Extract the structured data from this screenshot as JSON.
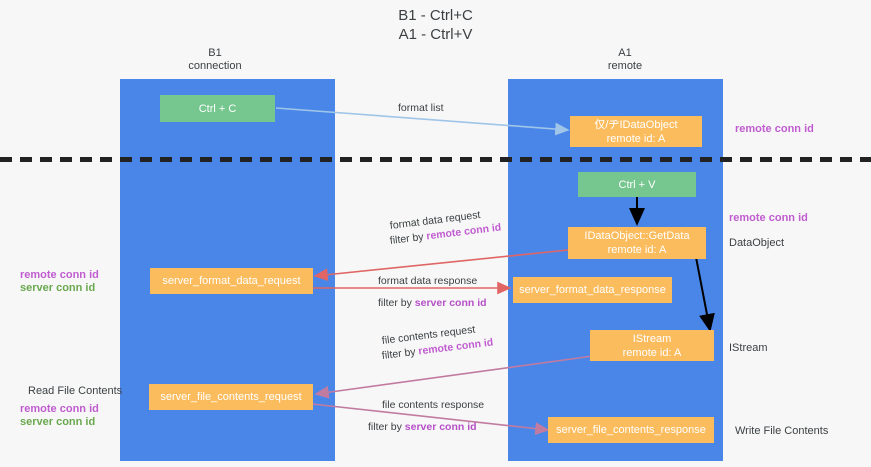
{
  "title": "B1 - Ctrl+C\nA1 - Ctrl+V",
  "colors": {
    "background": "#f7f7f7",
    "lane": "#4a86e8",
    "node_green": "#76c68f",
    "node_orange": "#fbbc5e",
    "divider": "#222222",
    "purple": "#c05cd0",
    "green_text": "#6aa84f",
    "arrow_blue": "#9fc5e8",
    "arrow_red": "#e06666",
    "arrow_magenta": "#c27ba0",
    "arrow_black": "#000000"
  },
  "lanes": [
    {
      "id": "b1",
      "header": "B1\nconnection"
    },
    {
      "id": "a1",
      "header": "A1\nremote"
    }
  ],
  "nodes": [
    {
      "id": "ctrl-c",
      "lane": "b1",
      "style": "green",
      "label": "Ctrl + C"
    },
    {
      "id": "idataobject",
      "lane": "a1",
      "style": "orange",
      "label": "仅/ヂIDataObject\nremote id: A"
    },
    {
      "id": "ctrl-v",
      "lane": "a1",
      "style": "green",
      "label": "Ctrl + V"
    },
    {
      "id": "idataobject-getdata",
      "lane": "a1",
      "style": "orange",
      "label": "IDataObject::GetData\nremote id: A"
    },
    {
      "id": "server-format-data-request",
      "lane": "b1",
      "style": "orange",
      "label": "server_format_data_request"
    },
    {
      "id": "server-format-data-response",
      "lane": "a1",
      "style": "orange",
      "label": "server_format_data_response"
    },
    {
      "id": "istream",
      "lane": "a1",
      "style": "orange",
      "label": "IStream\nremote id: A"
    },
    {
      "id": "server-file-contents-request",
      "lane": "b1",
      "style": "orange",
      "label": "server_file_contents_request"
    },
    {
      "id": "server-file-contents-response",
      "lane": "a1",
      "style": "orange",
      "label": "server_file_contents_response"
    }
  ],
  "edge_labels": {
    "format_list": "format list",
    "format_data_request": "format data request",
    "format_data_request_filter_prefix": "filter by ",
    "format_data_request_filter_key": "remote conn id",
    "format_data_response": "format data response",
    "format_data_response_filter_prefix": "filter by ",
    "format_data_response_filter_key": "server conn id",
    "file_contents_request": "file contents request",
    "file_contents_request_filter_prefix": "filter by ",
    "file_contents_request_filter_key": "remote conn id",
    "file_contents_response": "file contents response",
    "file_contents_response_filter_prefix": "filter by ",
    "file_contents_response_filter_key": "server conn id"
  },
  "side_captions": {
    "right_remote_conn_id_top": "remote conn id",
    "right_remote_conn_id_mid": "remote conn id",
    "right_dataobject": "DataObject",
    "right_istream": "IStream",
    "right_write_file_contents": "Write File Contents",
    "left_remote_conn_id": "remote conn id",
    "left_server_conn_id": "server conn id",
    "left_read_file_contents": "Read File Contents",
    "left_remote_conn_id_2": "remote conn id",
    "left_server_conn_id_2": "server conn id"
  }
}
